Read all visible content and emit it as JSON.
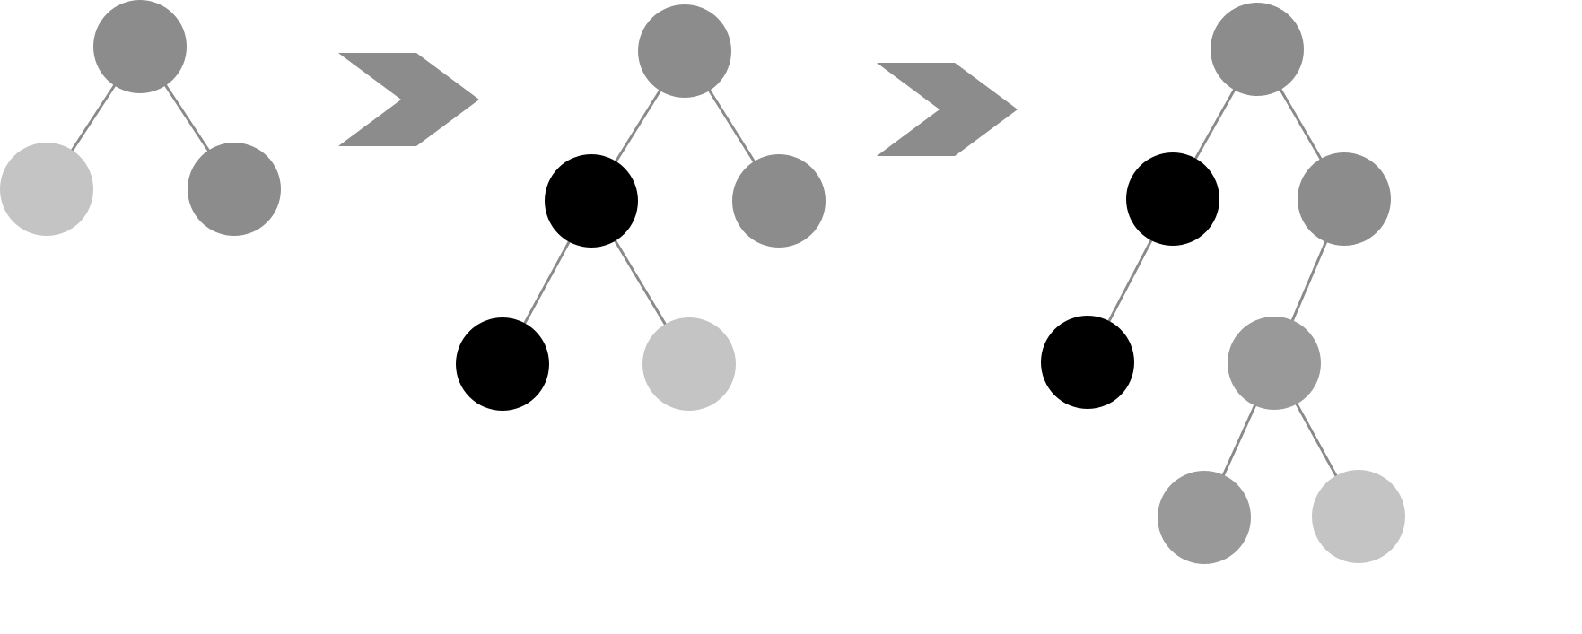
{
  "colors": {
    "background": "#ffffff",
    "edge": "#8a8a8a",
    "arrow": "#8c8c8c",
    "node_dark_gray": "#8c8c8c",
    "node_mid_gray": "#999999",
    "node_light_gray": "#c4c4c4",
    "node_black": "#000000"
  },
  "trees": [
    {
      "name": "tree-1",
      "nodes": [
        {
          "id": "root",
          "shade": "node_dark_gray"
        },
        {
          "id": "left",
          "shade": "node_light_gray"
        },
        {
          "id": "right",
          "shade": "node_dark_gray"
        }
      ],
      "edges": [
        [
          "root",
          "left"
        ],
        [
          "root",
          "right"
        ]
      ]
    },
    {
      "name": "tree-2",
      "nodes": [
        {
          "id": "root",
          "shade": "node_dark_gray"
        },
        {
          "id": "left",
          "shade": "node_black"
        },
        {
          "id": "right",
          "shade": "node_dark_gray"
        },
        {
          "id": "left-left",
          "shade": "node_black"
        },
        {
          "id": "left-right",
          "shade": "node_light_gray"
        }
      ],
      "edges": [
        [
          "root",
          "left"
        ],
        [
          "root",
          "right"
        ],
        [
          "left",
          "left-left"
        ],
        [
          "left",
          "left-right"
        ]
      ]
    },
    {
      "name": "tree-3",
      "nodes": [
        {
          "id": "root",
          "shade": "node_dark_gray"
        },
        {
          "id": "left",
          "shade": "node_black"
        },
        {
          "id": "right",
          "shade": "node_dark_gray"
        },
        {
          "id": "left-left",
          "shade": "node_black"
        },
        {
          "id": "right-left",
          "shade": "node_mid_gray"
        },
        {
          "id": "right-left-left",
          "shade": "node_mid_gray"
        },
        {
          "id": "right-left-right",
          "shade": "node_light_gray"
        }
      ],
      "edges": [
        [
          "root",
          "left"
        ],
        [
          "root",
          "right"
        ],
        [
          "left",
          "left-left"
        ],
        [
          "right",
          "right-left"
        ],
        [
          "right-left",
          "right-left-left"
        ],
        [
          "right-left",
          "right-left-right"
        ]
      ]
    }
  ],
  "arrows": [
    {
      "name": "arrow-1",
      "from": "tree-1",
      "to": "tree-2"
    },
    {
      "name": "arrow-2",
      "from": "tree-2",
      "to": "tree-3"
    }
  ]
}
